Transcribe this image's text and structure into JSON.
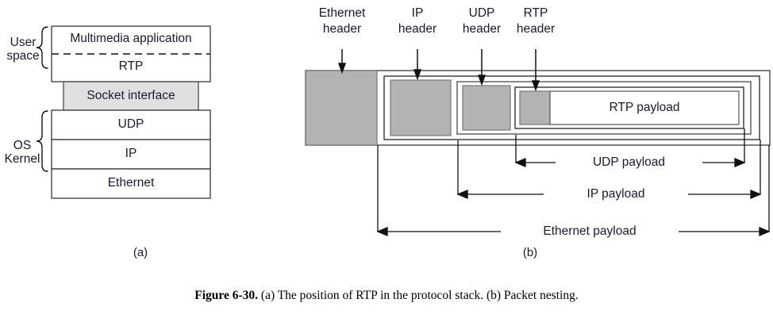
{
  "figure": {
    "caption_label": "Figure 6-30.",
    "caption_text": "(a) The position of RTP in the protocol stack. (b) Packet nesting.",
    "panel_a_label": "(a)",
    "panel_b_label": "(b)"
  },
  "panel_a": {
    "brace_user_space": "User\nspace",
    "brace_os_kernel": "OS\nKernel",
    "layers": [
      {
        "name": "multimedia-application",
        "label": "Multimedia application",
        "fill": "#ffffff"
      },
      {
        "name": "rtp",
        "label": "RTP",
        "fill": "#ffffff"
      },
      {
        "name": "socket-interface",
        "label": "Socket interface",
        "fill": "#e0e0e0"
      },
      {
        "name": "udp",
        "label": "UDP",
        "fill": "#ffffff"
      },
      {
        "name": "ip",
        "label": "IP",
        "fill": "#ffffff"
      },
      {
        "name": "ethernet",
        "label": "Ethernet",
        "fill": "#ffffff"
      }
    ]
  },
  "panel_b": {
    "header_labels": [
      {
        "name": "ethernet-header",
        "line1": "Ethernet",
        "line2": "header"
      },
      {
        "name": "ip-header",
        "line1": "IP",
        "line2": "header"
      },
      {
        "name": "udp-header",
        "line1": "UDP",
        "line2": "header"
      },
      {
        "name": "rtp-header",
        "line1": "RTP",
        "line2": "header"
      }
    ],
    "payload_box_label": "RTP payload",
    "dimension_labels": [
      {
        "name": "udp-payload",
        "label": "UDP payload"
      },
      {
        "name": "ip-payload",
        "label": "IP payload"
      },
      {
        "name": "ethernet-payload",
        "label": "Ethernet payload"
      }
    ],
    "header_fill": "#b3b3b3"
  }
}
